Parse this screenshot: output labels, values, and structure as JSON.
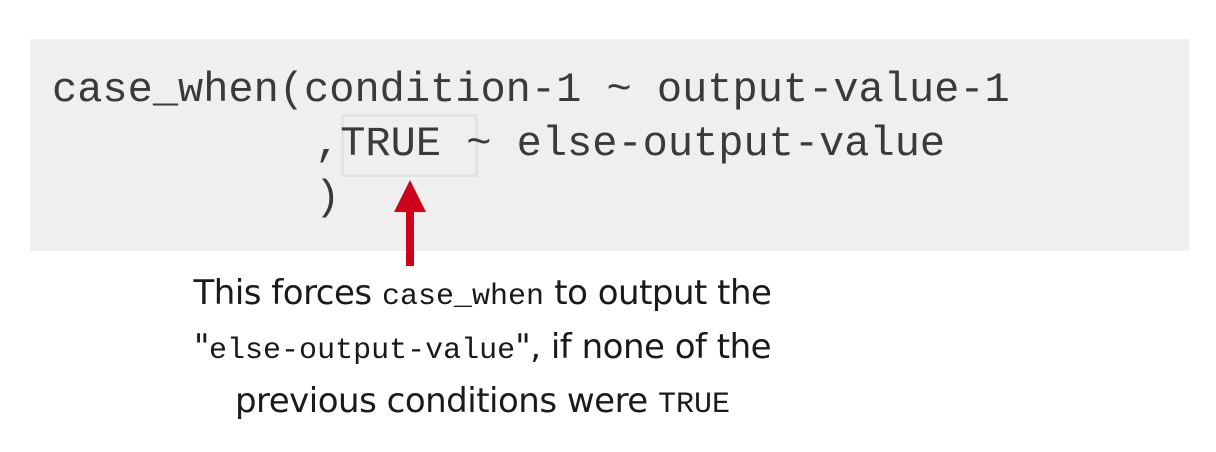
{
  "code": {
    "line1": "case_when(condition-1 ~ output-value-1",
    "line2": ",TRUE ~ else-output-value",
    "line3": ")"
  },
  "caption": {
    "l1_a": "This forces ",
    "l1_code": "case_when",
    "l1_b": " to output the",
    "l2_q1": "\"",
    "l2_code": "else-output-value",
    "l2_b": "\", if none of the",
    "l3_a": "previous conditions were ",
    "l3_code": "TRUE"
  },
  "colors": {
    "panel": "#efefef",
    "arrow": "#d0021b",
    "highlight_border": "#e3e3e3"
  }
}
